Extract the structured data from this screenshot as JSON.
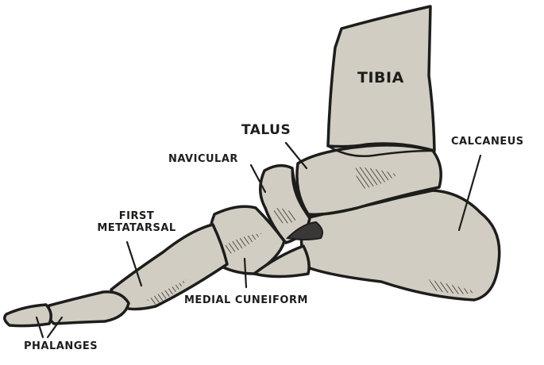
{
  "labels": {
    "tibia": "TIBIA",
    "talus": "TALUS",
    "calcaneus": "CALCANEUS",
    "navicular": "NAVICULAR",
    "first_metatarsal_line1": "FIRST",
    "first_metatarsal_line2": "METATARSAL",
    "medial_cuneiform": "MEDIAL CUNEIFORM",
    "phalanges": "PHALANGES"
  },
  "colors": {
    "bone_fill": "#d2cdc3",
    "outline": "#1d1d1b",
    "background": "#ffffff"
  }
}
